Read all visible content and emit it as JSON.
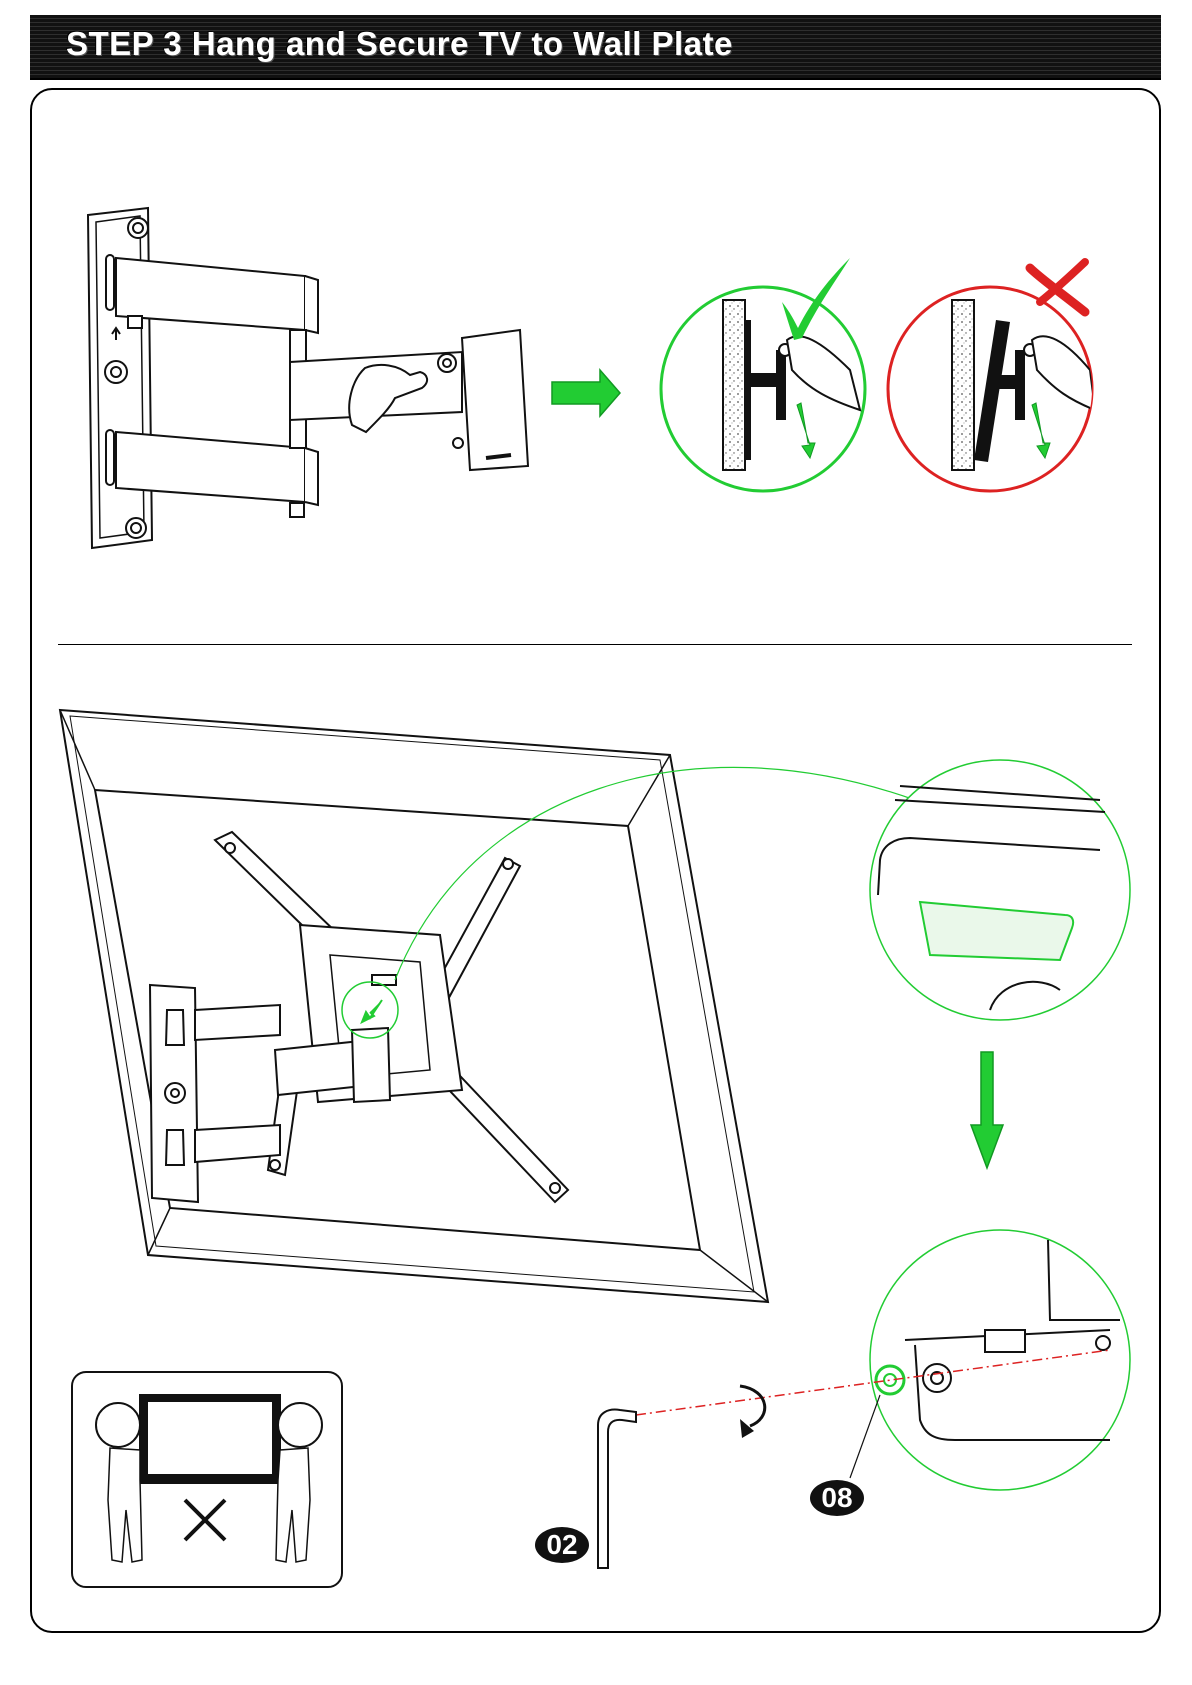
{
  "header": {
    "title": "STEP 3 Hang and Secure TV to Wall Plate"
  },
  "callouts": {
    "part_08": "08",
    "part_02": "02"
  },
  "colors": {
    "accent_green": "#22cc33",
    "error_red": "#dd2222",
    "line": "#111111"
  },
  "icons": {
    "correct": "check-mark-icon",
    "incorrect": "cross-mark-icon",
    "direction": "arrow-right-icon",
    "down": "arrow-down-icon",
    "rotate": "rotate-clockwise-icon"
  }
}
